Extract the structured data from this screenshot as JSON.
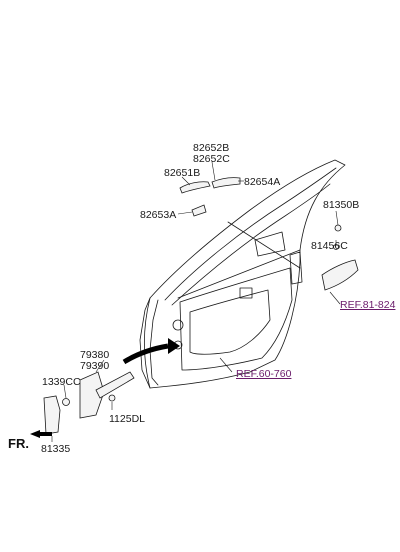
{
  "colors": {
    "line": "#1a1a1a",
    "ref_text": "#6a1b6a",
    "part_fill": "#f4f4f4"
  },
  "direction_label": "FR.",
  "parts": {
    "p82652B": "82652B",
    "p82652C": "82652C",
    "p82651B": "82651B",
    "p82654A": "82654A",
    "p82653A": "82653A",
    "p81350B": "81350B",
    "p81456C": "81456C",
    "p79380": "79380",
    "p79390": "79390",
    "p1339CC": "1339CC",
    "p1125DL": "1125DL",
    "p81335": "81335"
  },
  "refs": {
    "ref_latch": "REF.81-824",
    "ref_door": "REF.60-760"
  }
}
